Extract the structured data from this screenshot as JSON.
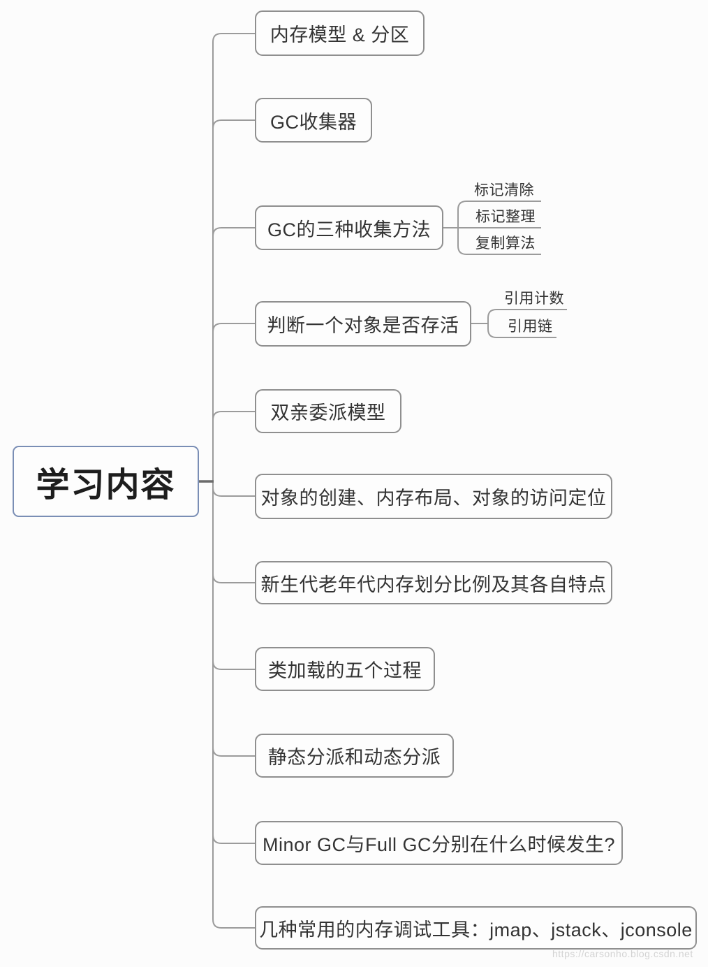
{
  "root": {
    "label": "学习内容"
  },
  "branches": [
    {
      "label": "内存模型 & 分区",
      "children": []
    },
    {
      "label": "GC收集器",
      "children": []
    },
    {
      "label": "GC的三种收集方法",
      "children": [
        "标记清除",
        "标记整理",
        "复制算法"
      ]
    },
    {
      "label": "判断一个对象是否存活",
      "children": [
        "引用计数",
        "引用链"
      ]
    },
    {
      "label": "双亲委派模型",
      "children": []
    },
    {
      "label": "对象的创建、内存布局、对象的访问定位",
      "children": []
    },
    {
      "label": "新生代老年代内存划分比例及其各自特点",
      "children": []
    },
    {
      "label": "类加载的五个过程",
      "children": []
    },
    {
      "label": "静态分派和动态分派",
      "children": []
    },
    {
      "label": "Minor GC与Full GC分别在什么时候发生?",
      "children": []
    },
    {
      "label": "几种常用的内存调试工具：jmap、jstack、jconsole",
      "children": []
    }
  ],
  "watermark": {
    "text": "https://carsonho.blog.csdn.net"
  },
  "colors": {
    "root_border": "#7a8eb5",
    "node_border": "#8f8f8f",
    "connector": "#9b9b9b",
    "root_connector": "#6b6b6b",
    "text": "#333333",
    "watermark_text": "#d3d3d3",
    "background": "#fcfcfc"
  }
}
